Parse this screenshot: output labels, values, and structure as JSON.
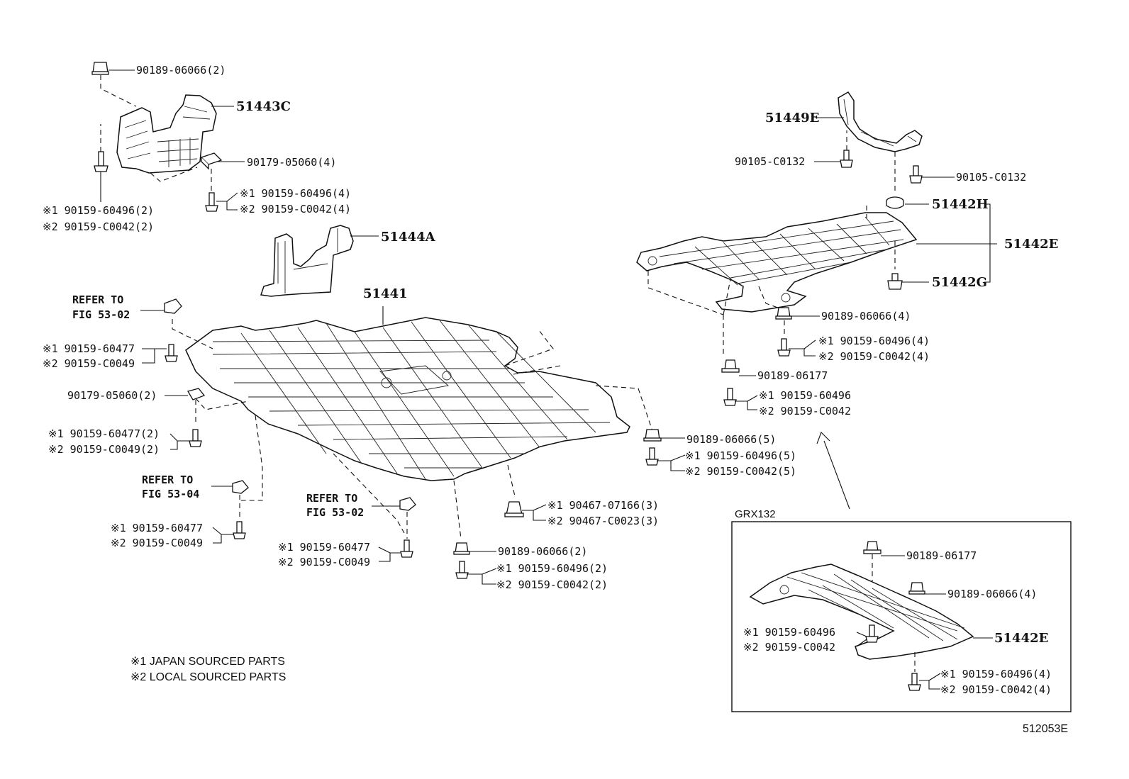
{
  "labels": {
    "l_90189_06066_2_top": "90189-06066(2)",
    "l_51443C": "51443C",
    "l_90179_05060_4": "90179-05060(4)",
    "l_tl_j_bolt4": "※1 90159-60496(4)",
    "l_tl_l_bolt4": "※2 90159-C0042(4)",
    "l_tl_j_bolt2": "※1 90159-60496(2)",
    "l_tl_l_bolt2": "※2 90159-C0042(2)",
    "l_51444A": "51444A",
    "l_51441": "51441",
    "l_refer_1a": "REFER TO",
    "l_refer_1b": "FIG 53-02",
    "l_ml_j_60477": "※1 90159-60477",
    "l_ml_l_C0049": "※2 90159-C0049",
    "l_90179_05060_2": "90179-05060(2)",
    "l_ml_j_60477_2": "※1 90159-60477(2)",
    "l_ml_l_C0049_2": "※2 90159-C0049(2)",
    "l_refer_2a": "REFER TO",
    "l_refer_2b": "FIG 53-04",
    "l_bl_j_60477": "※1 90159-60477",
    "l_bl_l_C0049": "※2 90159-C0049",
    "l_refer_3a": "REFER TO",
    "l_refer_3b": "FIG 53-02",
    "l_bc_j_60477": "※1 90159-60477",
    "l_bc_l_C0049": "※2 90159-C0049",
    "l_bc_90189_2": "90189-06066(2)",
    "l_bc_j_60496_2": "※1 90159-60496(2)",
    "l_bc_l_C0042_2": "※2 90159-C0042(2)",
    "l_90467_j": "※1 90467-07166(3)",
    "l_90467_l": "※2 90467-C0023(3)",
    "l_mr_90189_5": "90189-06066(5)",
    "l_mr_j_60496_5": "※1 90159-60496(5)",
    "l_mr_l_C0042_5": "※2 90159-C0042(5)",
    "l_51449E": "51449E",
    "l_90105_a": "90105-C0132",
    "l_90105_b": "90105-C0132",
    "l_51442H": "51442H",
    "l_51442E": "51442E",
    "l_51442G": "51442G",
    "l_tr_90189_4": "90189-06066(4)",
    "l_tr_j_60496_4": "※1 90159-60496(4)",
    "l_tr_l_C0042_4": "※2 90159-C0042(4)",
    "l_tr_90189_06177": "90189-06177",
    "l_tr_j_60496": "※1 90159-60496",
    "l_tr_l_C0042": "※2 90159-C0042",
    "l_grx": "GRX132",
    "l_grx_90189_06177": "90189-06177",
    "l_grx_90189_4": "90189-06066(4)",
    "l_grx_j_60496": "※1 90159-60496",
    "l_grx_l_C0042": "※2 90159-C0042",
    "l_grx_51442E": "51442E",
    "l_grx_j_60496_4": "※1 90159-60496(4)",
    "l_grx_l_C0042_4": "※2 90159-C0042(4)",
    "l_note1": "※1 JAPAN SOURCED PARTS",
    "l_note2": "※2 LOCAL SOURCED PARTS",
    "l_code": "512053E"
  }
}
